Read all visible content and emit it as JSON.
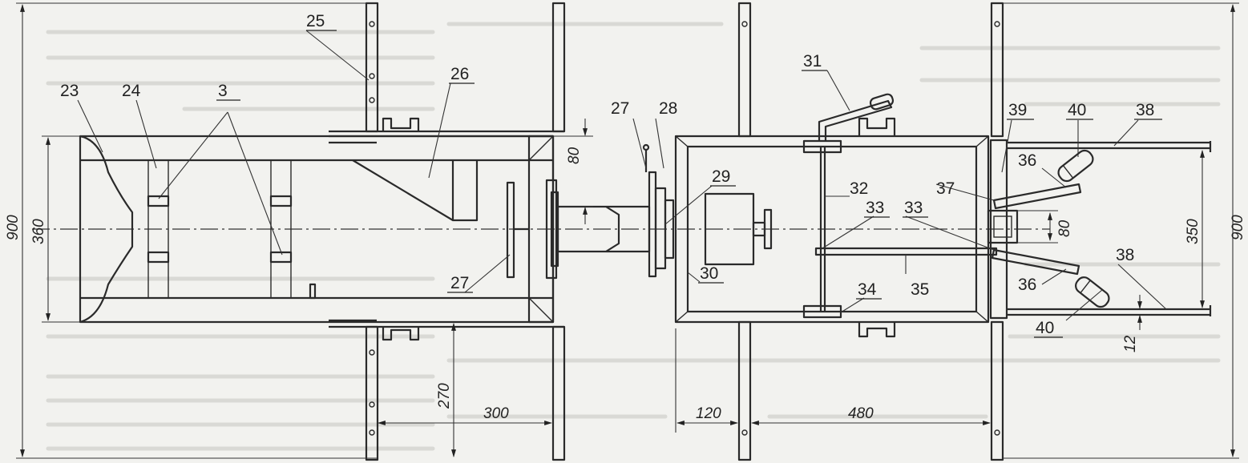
{
  "drawing": {
    "part_labels": {
      "p3": "3",
      "p23": "23",
      "p24": "24",
      "p25": "25",
      "p26": "26",
      "p27a": "27",
      "p27b": "27",
      "p28": "28",
      "p29": "29",
      "p30": "30",
      "p31": "31",
      "p32": "32",
      "p33a": "33",
      "p33b": "33",
      "p34": "34",
      "p35": "35",
      "p36a": "36",
      "p36b": "36",
      "p37": "37",
      "p38a": "38",
      "p38b": "38",
      "p39": "39",
      "p40a": "40",
      "p40b": "40"
    },
    "dimensions": {
      "d900_left": "900",
      "d360": "360",
      "d80_top": "80",
      "d270": "270",
      "d300": "300",
      "d120": "120",
      "d480": "480",
      "d80_right": "80",
      "d350": "350",
      "d900_right": "900",
      "d12": "12"
    }
  }
}
